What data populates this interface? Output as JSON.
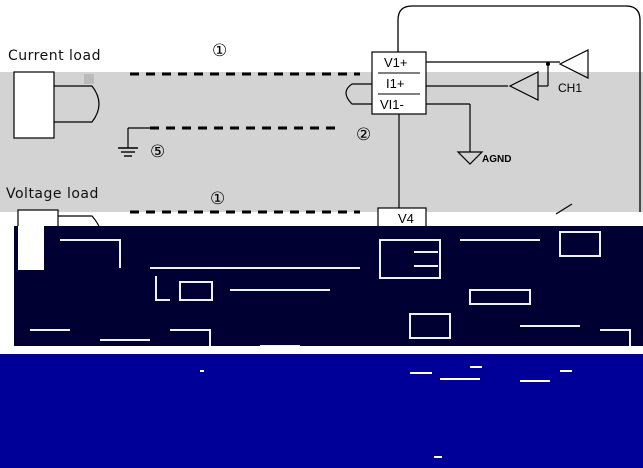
{
  "labels": {
    "current_load": "Current load",
    "voltage_load": "Voltage load",
    "ch1": "CH1",
    "agnd": "AGND"
  },
  "markers": {
    "m1_top": "①",
    "m2": "②",
    "m5": "⑤",
    "m1_mid": "①"
  },
  "terminals": {
    "t1": "V1+",
    "t2": "I1+",
    "t3": "VI1-",
    "t4": "V4"
  },
  "colors": {
    "band_gray": "#d3d3d3",
    "dark_navy": "#000033",
    "bright_blue": "#000099"
  }
}
